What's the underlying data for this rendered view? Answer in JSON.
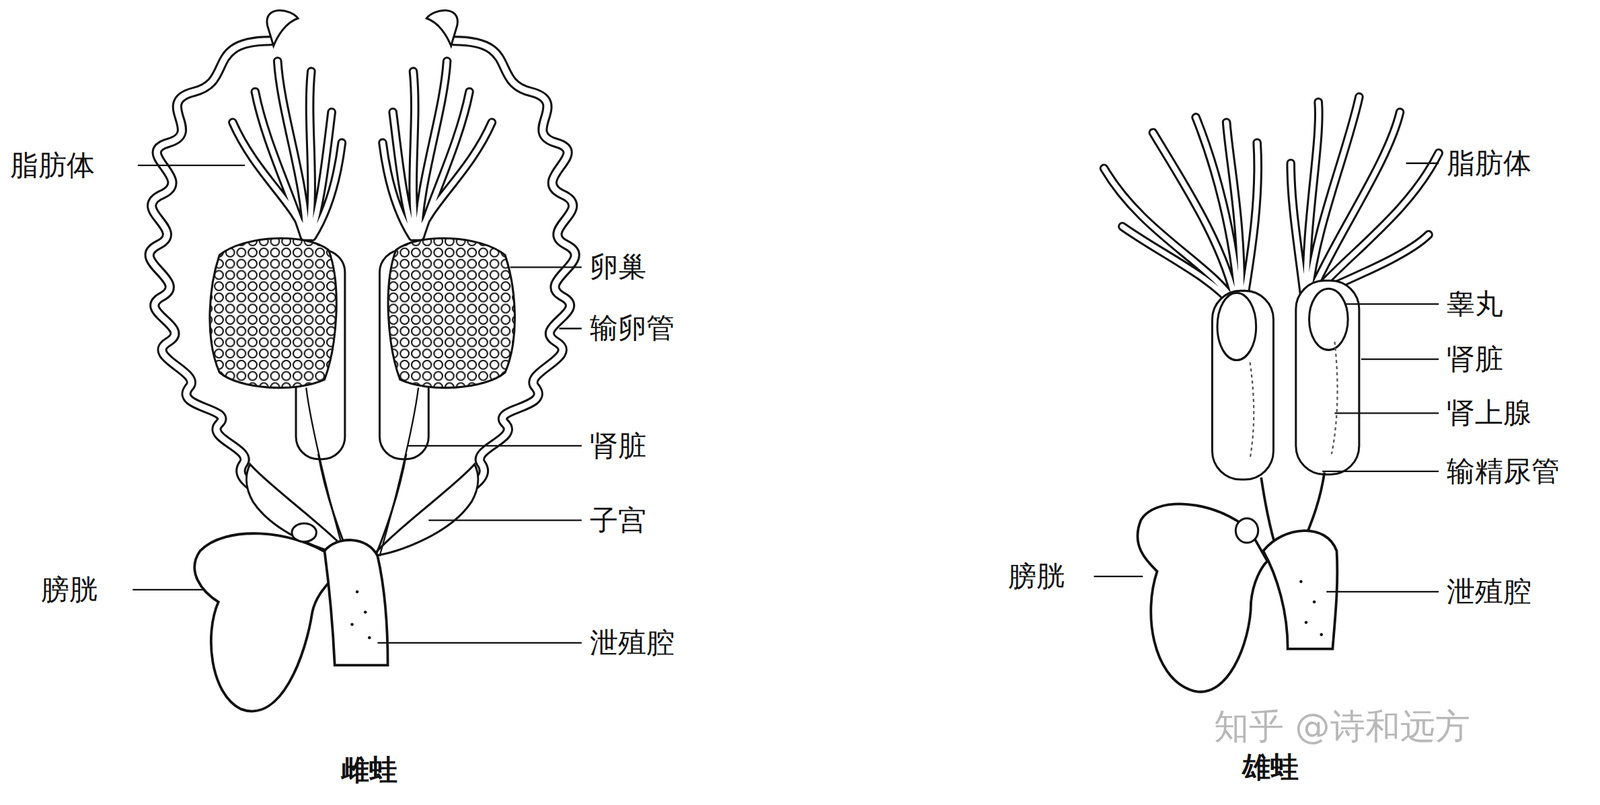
{
  "diagram": {
    "labels": [
      "脂肪体",
      "卵巢",
      "输卵管",
      "肾脏",
      "子宫",
      "膀胱",
      "泄殖腔",
      "雌蛙",
      "脂肪体",
      "睾丸",
      "肾脏",
      "肾上腺",
      "输精尿管",
      "膀胱",
      "泄殖腔",
      "知乎 @诗和远方",
      "雄蛙"
    ]
  }
}
